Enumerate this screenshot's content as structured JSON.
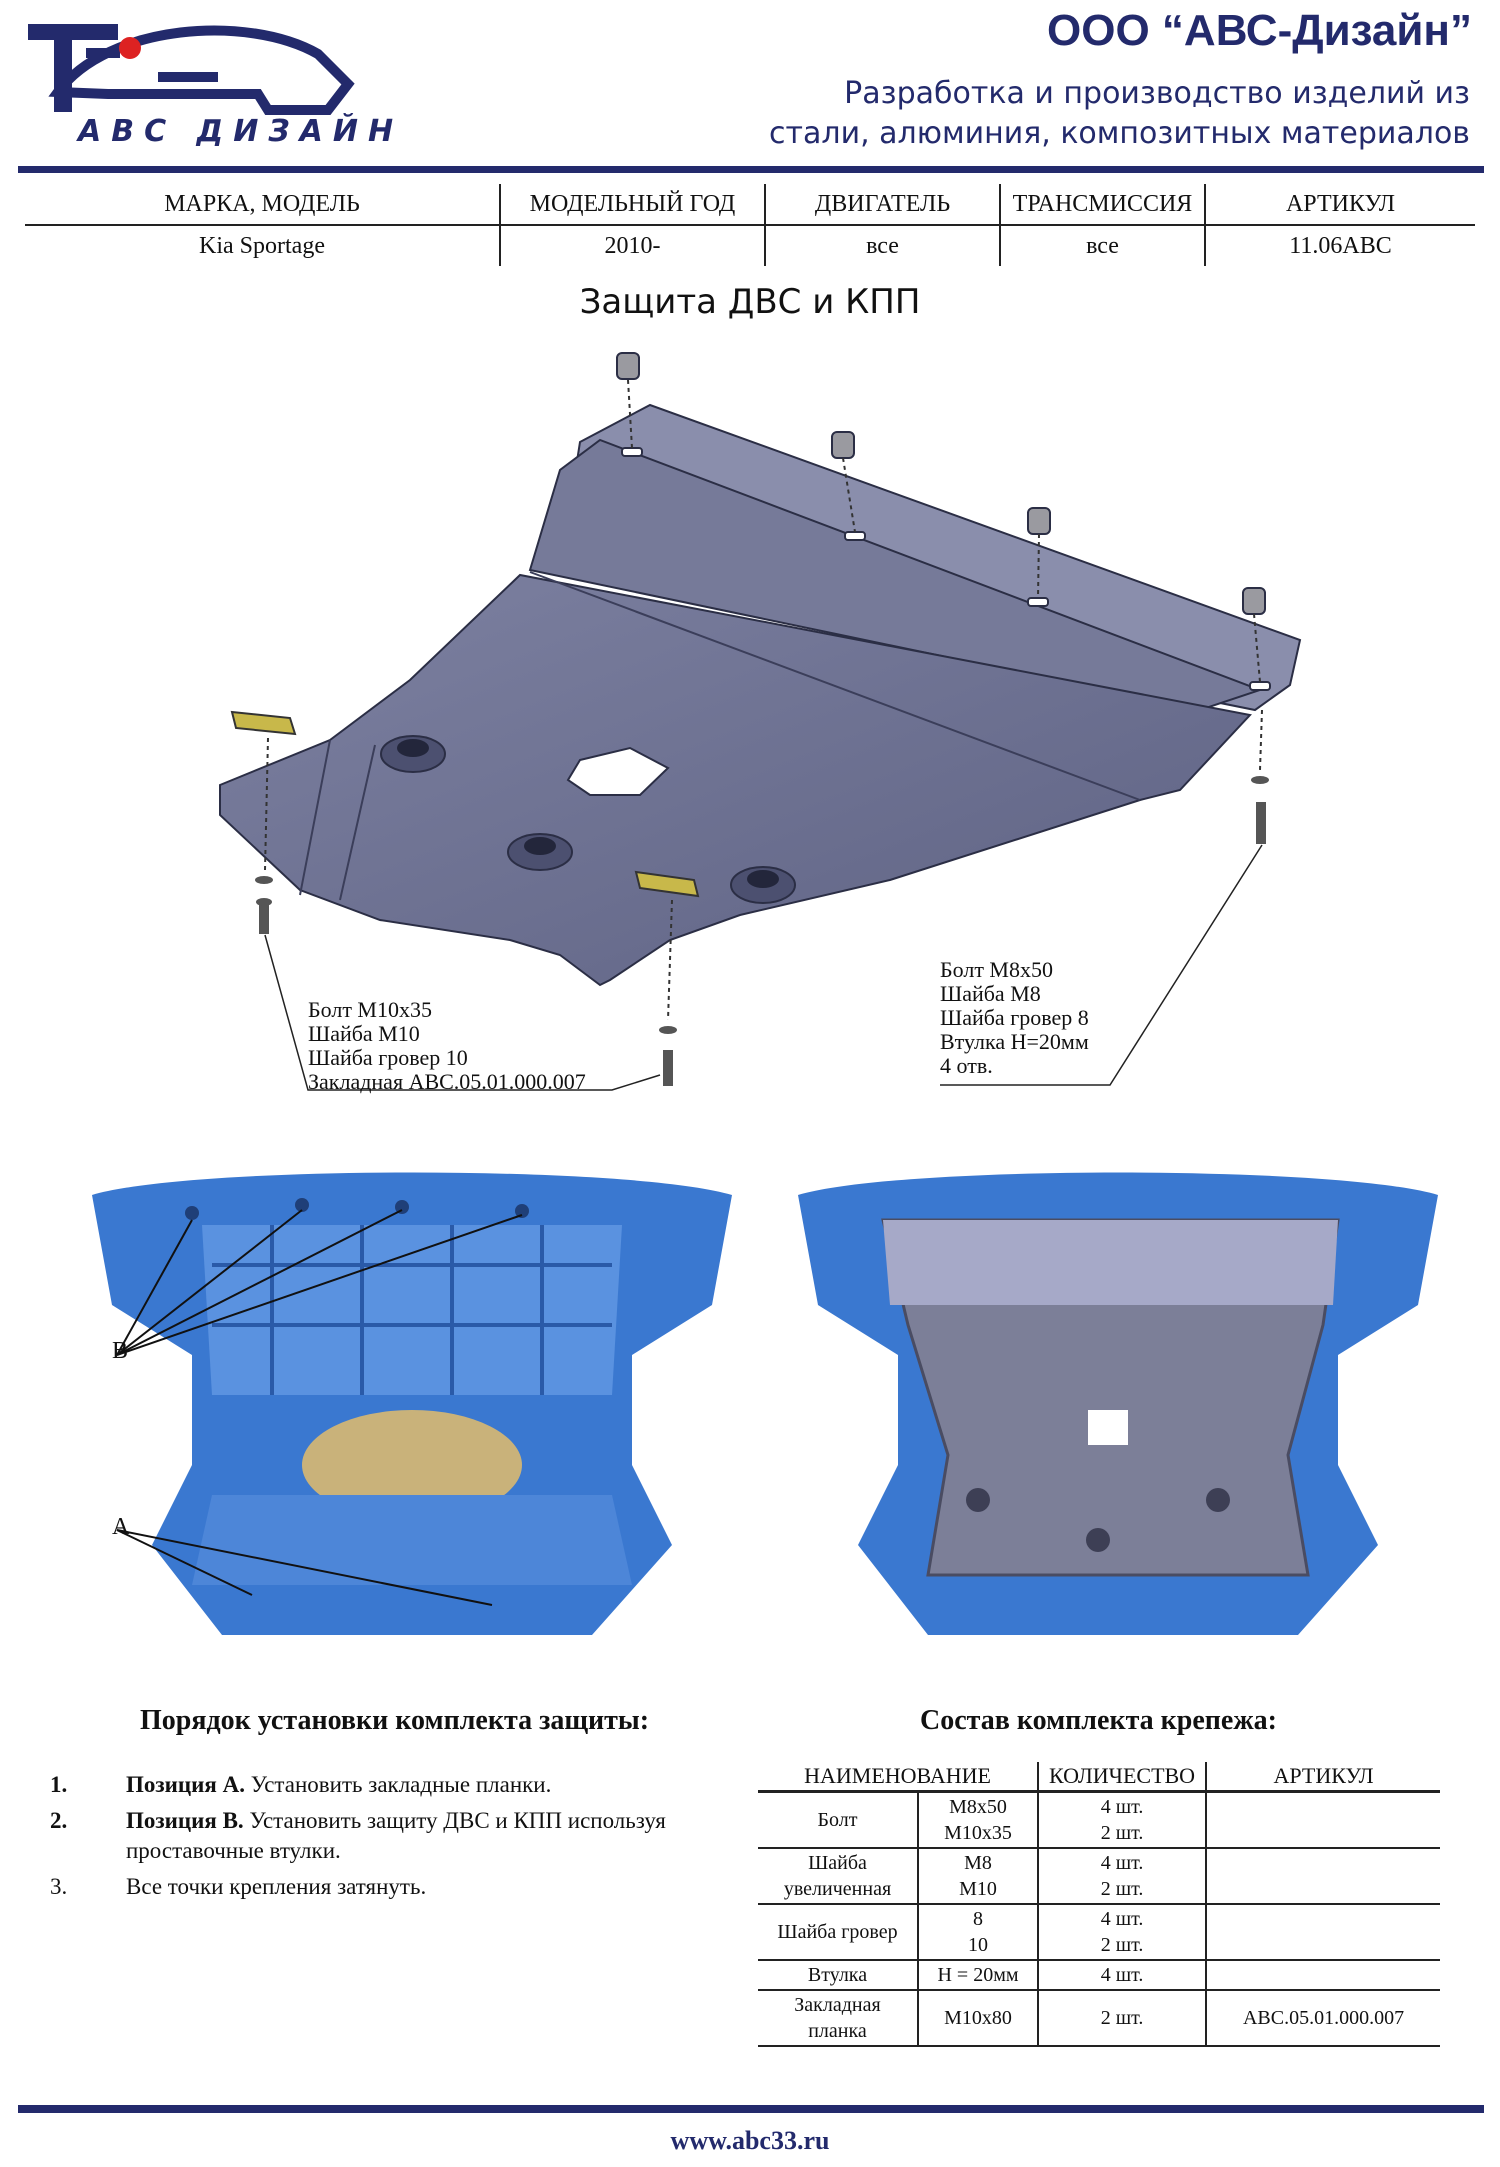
{
  "header": {
    "logo_text": "АВС ДИЗАЙН",
    "company": "ООО “АВС-Дизайн”",
    "tagline_line1": "Разработка и производство изделий из",
    "tagline_line2": "стали, алюминия, композитных материалов"
  },
  "spec_table": {
    "headers": [
      "МАРКА, МОДЕЛЬ",
      "МОДЕЛЬНЫЙ ГОД",
      "ДВИГАТЕЛЬ",
      "ТРАНСМИССИЯ",
      "АРТИКУЛ"
    ],
    "row": [
      "Kia Sportage",
      "2010-",
      "все",
      "все",
      "11.06АВС"
    ]
  },
  "title": "Защита ДВС и КПП",
  "callouts": {
    "left": [
      "Болт М10х35",
      "Шайба М10",
      "Шайба гровер 10",
      "Закладная АВС.05.01.000.007"
    ],
    "right": [
      "Болт М8х50",
      "Шайба М8",
      "Шайба гровер 8",
      "Втулка Н=20мм",
      "4 отв."
    ]
  },
  "photo_labels": {
    "b": "В",
    "a": "А"
  },
  "install": {
    "title": "Порядок установки комплекта защиты:",
    "steps": [
      {
        "num": "1.",
        "bold": "Позиция А.",
        "text": " Установить закладные планки."
      },
      {
        "num": "2.",
        "bold": "Позиция В.",
        "text": " Установить защиту ДВС и КПП используя проставочные втулки."
      },
      {
        "num": "3.",
        "bold": "",
        "text": "Все точки крепления затянуть."
      }
    ]
  },
  "parts": {
    "title": "Состав комплекта крепежа:",
    "headers": [
      "НАИМЕНОВАНИЕ",
      "КОЛИЧЕСТВО",
      "АРТИКУЛ"
    ],
    "rows": [
      {
        "name": "Болт",
        "size": "М8х50\nМ10х35",
        "qty": "4 шт.\n2 шт.",
        "art": ""
      },
      {
        "name": "Шайба\nувеличенная",
        "size": "М8\nМ10",
        "qty": "4 шт.\n2 шт.",
        "art": ""
      },
      {
        "name": "Шайба гровер",
        "size": "8\n10",
        "qty": "4 шт.\n2 шт.",
        "art": ""
      },
      {
        "name": "Втулка",
        "size": "Н = 20мм",
        "qty": "4 шт.",
        "art": ""
      },
      {
        "name": "Закладная\nпланка",
        "size": "М10х80",
        "qty": "2 шт.",
        "art": "АВС.05.01.000.007"
      }
    ]
  },
  "footer": {
    "url": "www.abc33.ru"
  },
  "colors": {
    "brand": "#232a6c",
    "plate": "#6e7293",
    "scan_blue": "#3a78d0"
  }
}
